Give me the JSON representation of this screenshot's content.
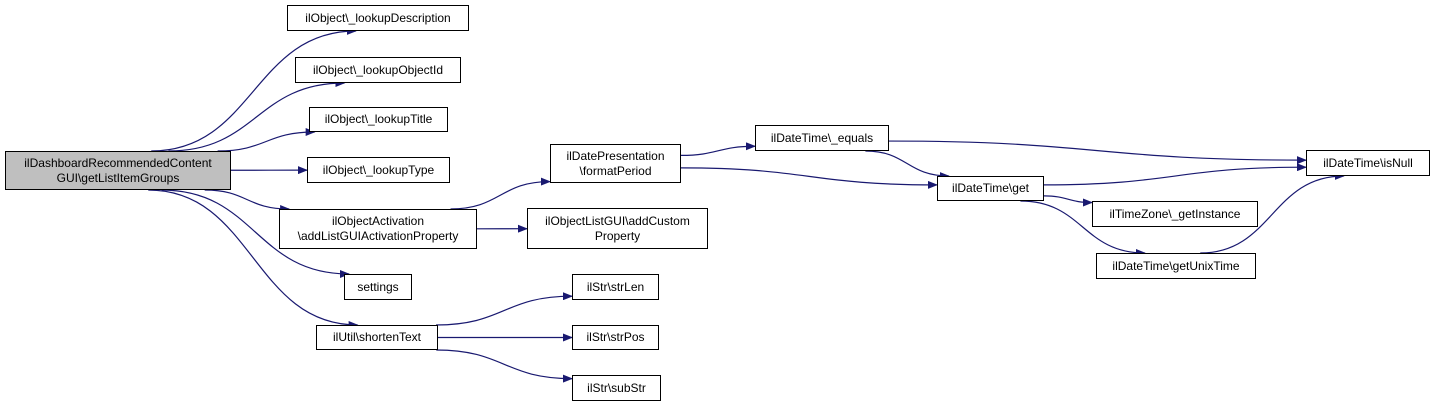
{
  "colors": {
    "edge": "#191970",
    "root_fill": "#bfbfbf",
    "node_fill": "#ffffff",
    "border": "#000000"
  },
  "nodes": {
    "root": {
      "lines": [
        "ilDashboardRecommendedContent",
        "GUI\\getListItemGroups"
      ]
    },
    "lookupDescription": {
      "lines": [
        "ilObject\\_lookupDescription"
      ]
    },
    "lookupObjectId": {
      "lines": [
        "ilObject\\_lookupObjectId"
      ]
    },
    "lookupTitle": {
      "lines": [
        "ilObject\\_lookupTitle"
      ]
    },
    "lookupType": {
      "lines": [
        "ilObject\\_lookupType"
      ]
    },
    "objectActivation": {
      "lines": [
        "ilObjectActivation",
        "\\addListGUIActivationProperty"
      ]
    },
    "settings": {
      "lines": [
        "settings"
      ]
    },
    "shortenText": {
      "lines": [
        "ilUtil\\shortenText"
      ]
    },
    "formatPeriod": {
      "lines": [
        "ilDatePresentation",
        "\\formatPeriod"
      ]
    },
    "addCustomProperty": {
      "lines": [
        "ilObjectListGUI\\addCustom",
        "Property"
      ]
    },
    "strLen": {
      "lines": [
        "ilStr\\strLen"
      ]
    },
    "strPos": {
      "lines": [
        "ilStr\\strPos"
      ]
    },
    "subStr": {
      "lines": [
        "ilStr\\subStr"
      ]
    },
    "equals": {
      "lines": [
        "ilDateTime\\_equals"
      ]
    },
    "get": {
      "lines": [
        "ilDateTime\\get"
      ]
    },
    "getInstance": {
      "lines": [
        "ilTimeZone\\_getInstance"
      ]
    },
    "getUnixTime": {
      "lines": [
        "ilDateTime\\getUnixTime"
      ]
    },
    "isNull": {
      "lines": [
        "ilDateTime\\isNull"
      ]
    }
  },
  "edges": [
    [
      "root",
      "lookupDescription"
    ],
    [
      "root",
      "lookupObjectId"
    ],
    [
      "root",
      "lookupTitle"
    ],
    [
      "root",
      "lookupType"
    ],
    [
      "root",
      "objectActivation"
    ],
    [
      "root",
      "settings"
    ],
    [
      "root",
      "shortenText"
    ],
    [
      "objectActivation",
      "formatPeriod"
    ],
    [
      "objectActivation",
      "addCustomProperty"
    ],
    [
      "formatPeriod",
      "equals"
    ],
    [
      "formatPeriod",
      "get"
    ],
    [
      "equals",
      "get"
    ],
    [
      "equals",
      "isNull"
    ],
    [
      "get",
      "isNull"
    ],
    [
      "get",
      "getInstance"
    ],
    [
      "get",
      "getUnixTime"
    ],
    [
      "getUnixTime",
      "isNull"
    ],
    [
      "shortenText",
      "strLen"
    ],
    [
      "shortenText",
      "strPos"
    ],
    [
      "shortenText",
      "subStr"
    ]
  ]
}
